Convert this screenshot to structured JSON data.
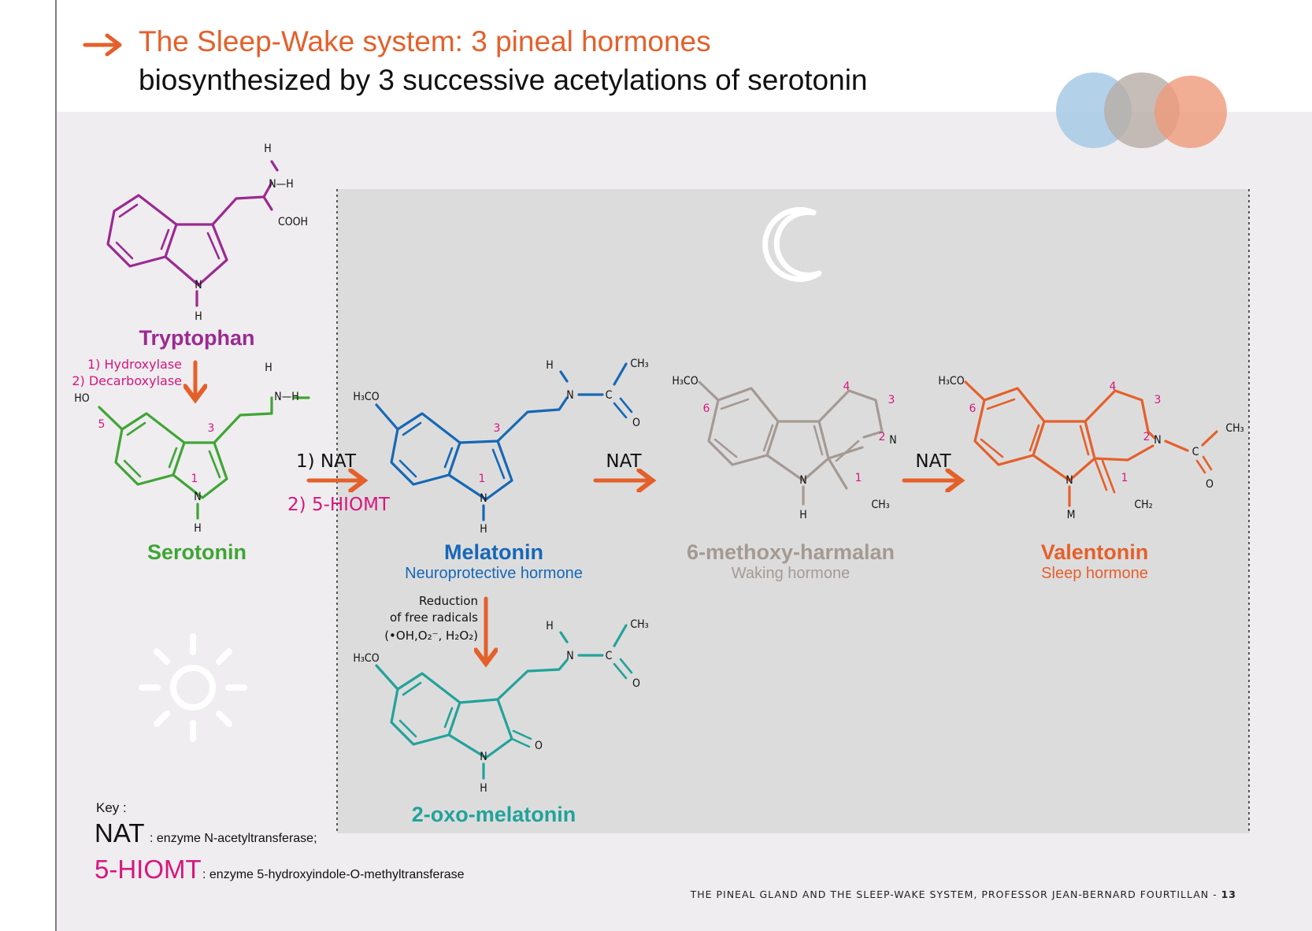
{
  "header": {
    "title_line1": "The Sleep-Wake system: 3 pineal hormones",
    "title_line2": "biosynthesized by 3 successive acetylations of serotonin"
  },
  "colors": {
    "orange": "#e4602b",
    "purple": "#9b2a92",
    "green": "#3fa535",
    "blue": "#1668b5",
    "taupe": "#a49a93",
    "teal": "#21a39a",
    "magenta": "#d6167f",
    "panel": "#efedef",
    "night_panel": "#dddcdd"
  },
  "icons": [
    "arrow-icon",
    "moon-icon",
    "sun-icon",
    "three-circles-logo"
  ],
  "molecules": {
    "tryptophan": {
      "name": "Tryptophan"
    },
    "serotonin": {
      "name": "Serotonin"
    },
    "melatonin": {
      "name": "Melatonin",
      "subtitle": "Neuroprotective hormone"
    },
    "harmalan": {
      "name": "6-methoxy-harmalan",
      "subtitle": "Waking hormone"
    },
    "valentonin": {
      "name": "Valentonin",
      "subtitle": "Sleep hormone"
    },
    "oxomelatonin": {
      "name": "2-oxo-melatonin"
    }
  },
  "steps": {
    "hydroxylase": "1) Hydroxylase",
    "decarboxylase": "2) Decarboxylase",
    "nat_step1": "1) NAT",
    "hiomt_step2": "2) 5-HIOMT",
    "nat_a": "NAT",
    "nat_b": "NAT",
    "reduction_line1": "Reduction",
    "reduction_line2": "of free radicals",
    "reduction_line3": "(•OH,O₂⁻, H₂O₂)"
  },
  "key": {
    "label": "Key :",
    "nat_abbr": "NAT",
    "nat_desc": ": enzyme N-acetyltransferase;",
    "hiomt_abbr": "5-HIOMT",
    "hiomt_desc": ": enzyme 5-hydroxyindole-O-methyltransferase"
  },
  "footer": {
    "text": "THE PINEAL GLAND AND THE SLEEP-WAKE SYSTEM, PROFESSOR JEAN-BERNARD FOURTILLAN - ",
    "page": "13"
  },
  "atoms": {
    "H": "H",
    "N": "N",
    "O": "O",
    "M": "M",
    "C": "C",
    "NH": "N—H",
    "COOH": "COOH",
    "HO": "HO",
    "H3CO": "H₃CO",
    "CH3": "CH₃",
    "CH2": "CH₂",
    "n1": "1",
    "n2": "2",
    "n3": "3",
    "n4": "4",
    "n5": "5",
    "n6": "6"
  }
}
